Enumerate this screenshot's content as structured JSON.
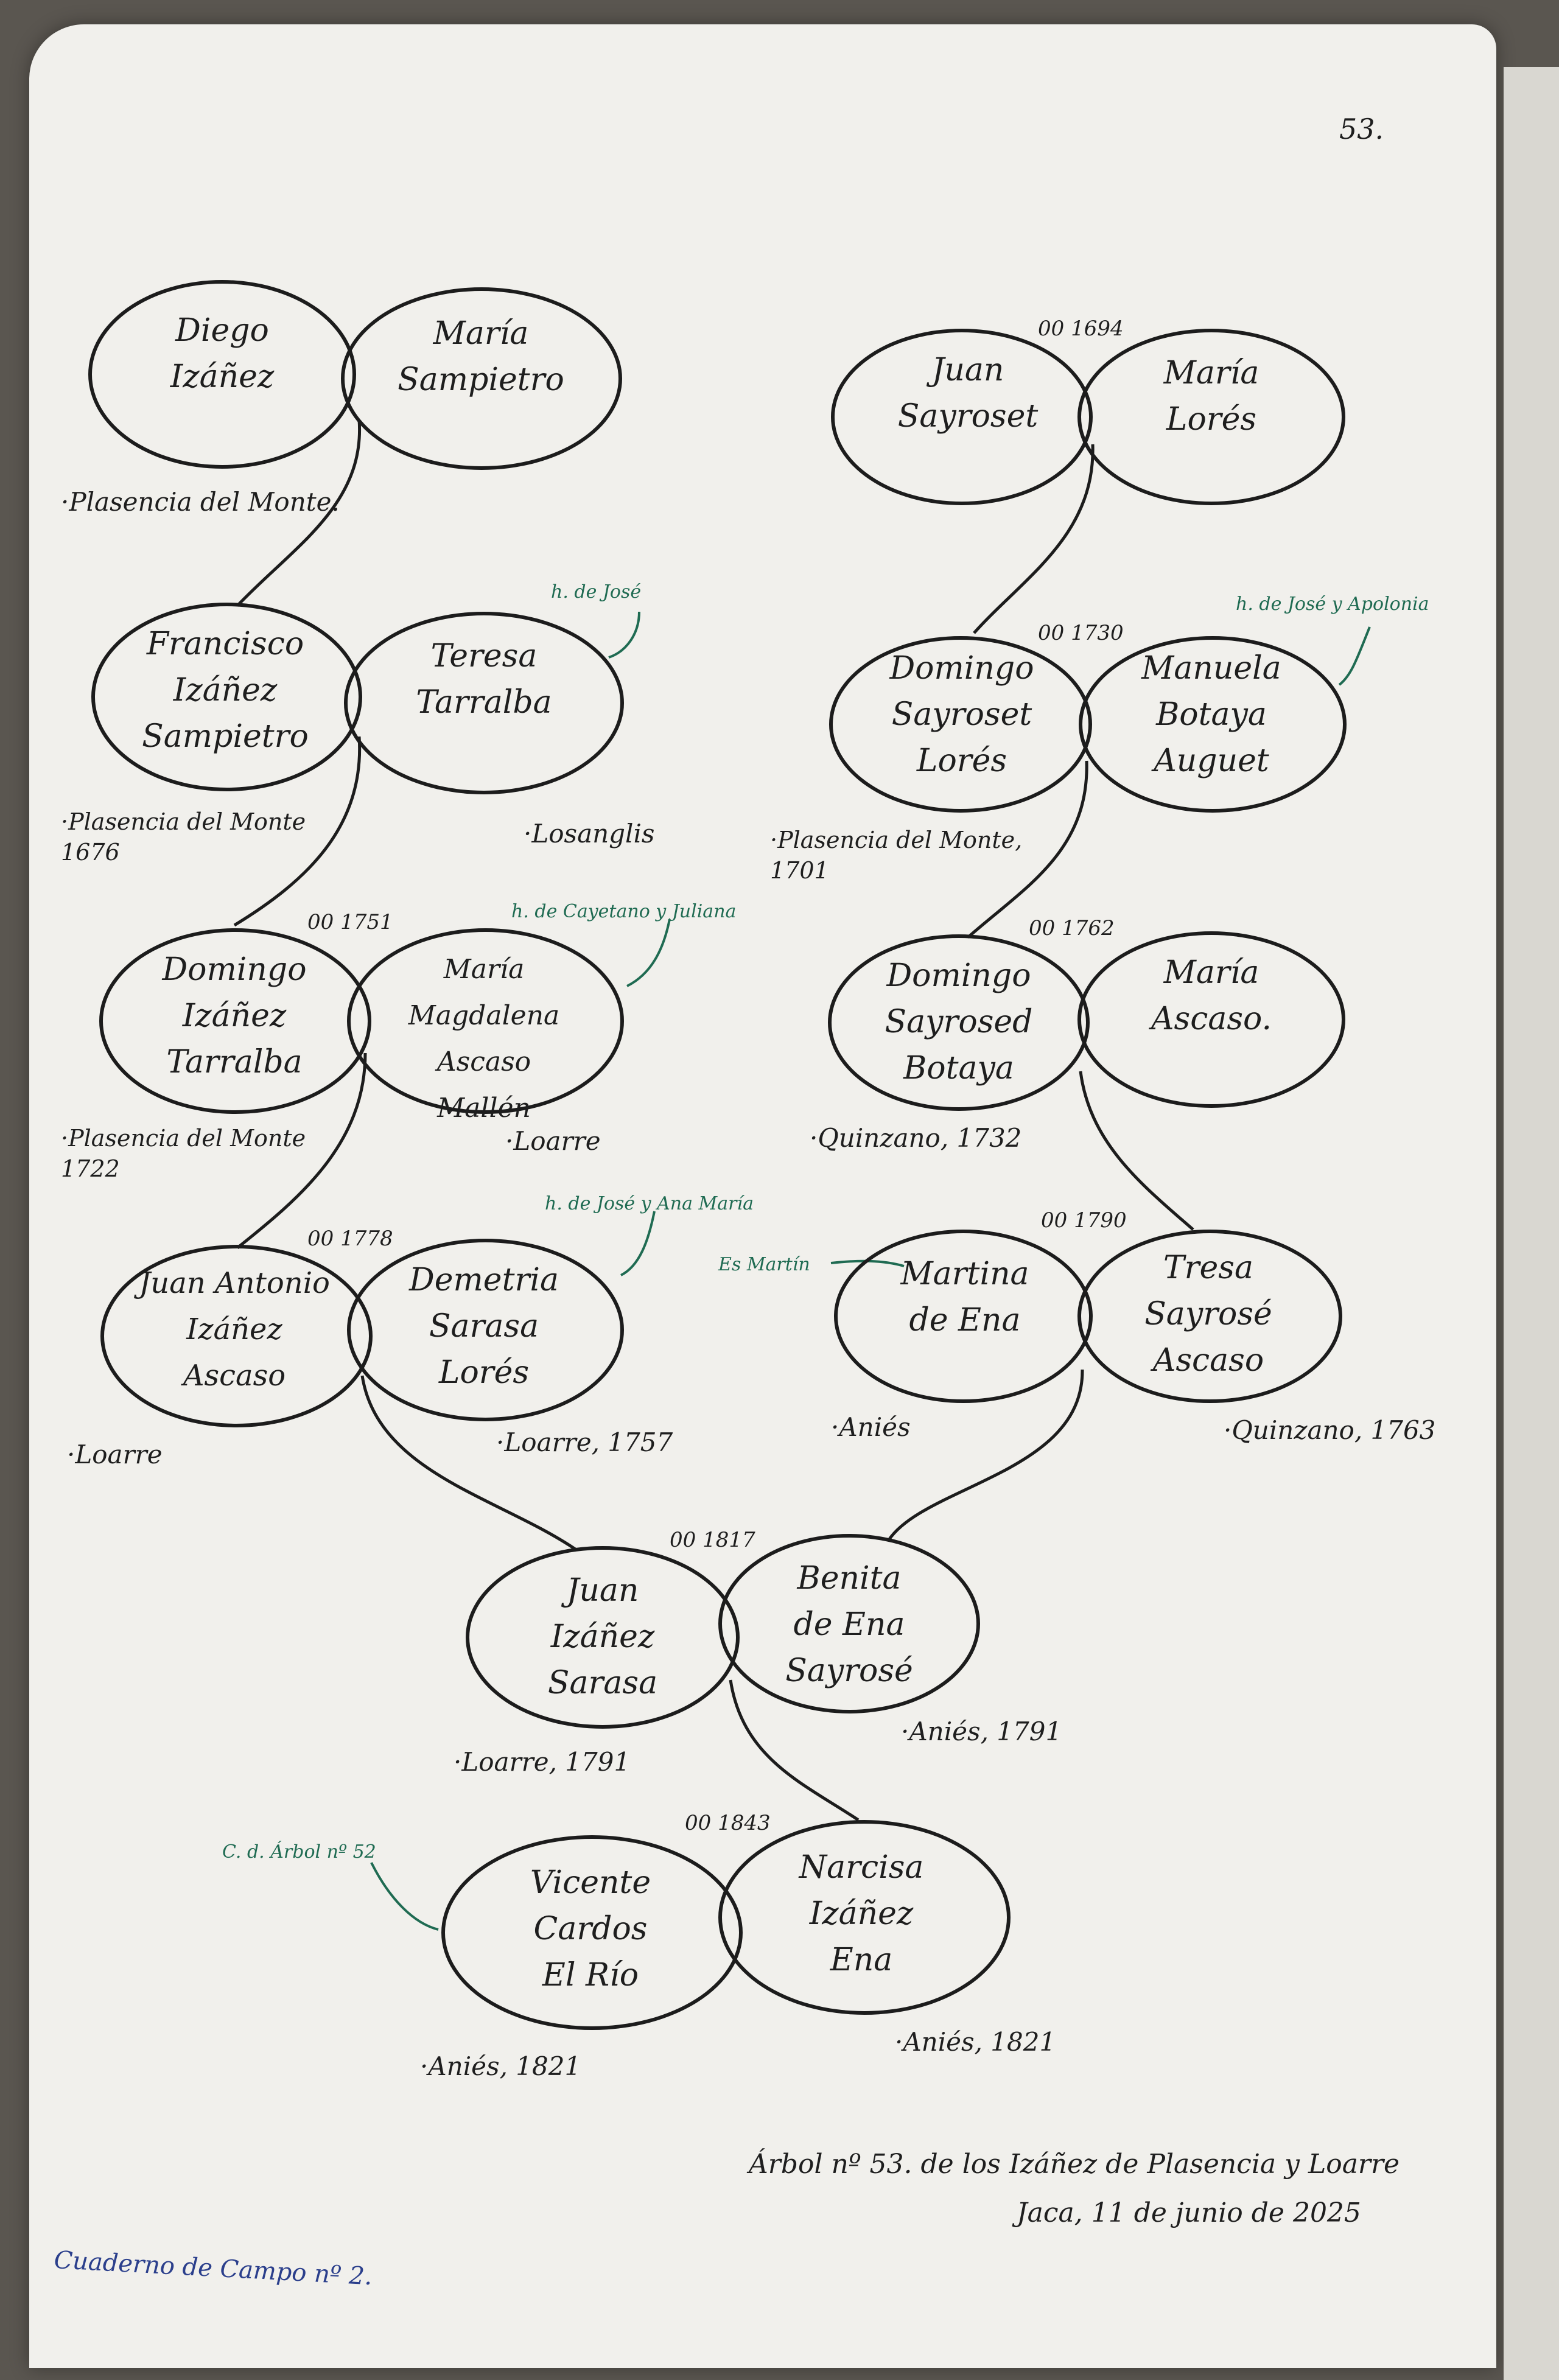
{
  "page_number": "53.",
  "couples": [
    {
      "marriage": "",
      "husband": "Diego\nIzáñez",
      "wife": "María\nSampietro",
      "husband_place": "·Plasencia del Monte.",
      "wife_place": "",
      "wife_note": ""
    },
    {
      "marriage": "00 1694",
      "husband": "Juan\nSayroset",
      "wife": "María\nLorés",
      "husband_place": "",
      "wife_place": "",
      "wife_note": ""
    },
    {
      "marriage": "",
      "husband": "Francisco\nIzáñez\nSampietro",
      "wife": "Teresa\nTarralba",
      "husband_place": "·Plasencia del Monte\n1676",
      "wife_place": "·Losanglis",
      "wife_note": "h. de José"
    },
    {
      "marriage": "00 1730",
      "husband": "Domingo\nSayroset\nLorés",
      "wife": "Manuela\nBotaya\nAuguet",
      "husband_place": "·Plasencia del Monte,\n1701",
      "wife_place": "",
      "wife_note": "h. de José y Apolonia"
    },
    {
      "marriage": "00 1751",
      "husband": "Domingo\nIzáñez\nTarralba",
      "wife": "María Magdalena\nAscaso\nMallén",
      "husband_place": "·Plasencia del Monte\n1722",
      "wife_place": "·Loarre",
      "wife_note": "h. de Cayetano y Juliana"
    },
    {
      "marriage": "00 1762",
      "husband": "Domingo\nSayrosed\nBotaya",
      "wife": "María\nAscaso.",
      "husband_place": "·Quinzano, 1732",
      "wife_place": "",
      "wife_note": ""
    },
    {
      "marriage": "00 1778",
      "husband": "Juan Antonio\nIzáñez\nAscaso",
      "wife": "Demetria\nSarasa\nLorés",
      "husband_place": "·Loarre",
      "wife_place": "·Loarre, 1757",
      "wife_note": "h. de José y Ana María"
    },
    {
      "marriage": "00 1790",
      "husband": "Martina\nde Ena",
      "wife": "Tresa\nSayrosé\nAscaso",
      "husband_place": "·Aniés",
      "wife_place": "·Quinzano, 1763",
      "wife_note": "",
      "husband_note": "Es Martín"
    },
    {
      "marriage": "00 1817",
      "husband": "Juan\nIzáñez\nSarasa",
      "wife": "Benita\nde Ena\nSayrosé",
      "husband_place": "·Loarre, 1791",
      "wife_place": "·Aniés, 1791",
      "wife_note": ""
    },
    {
      "marriage": "00 1843",
      "husband": "Vicente\nCardos\nEl Río",
      "wife": "Narcisa\nIzáñez\nEna",
      "husband_place": "·Aniés, 1821",
      "wife_place": "·Aniés, 1821",
      "wife_note": "",
      "husband_note": "C. d. Árbol nº 52"
    }
  ],
  "footer": {
    "title": "Árbol nº 53. de los Izáñez de Plasencia y Loarre",
    "date": "Jaca, 11 de junio de 2025",
    "notebook": "Cuaderno de Campo nº 2."
  }
}
